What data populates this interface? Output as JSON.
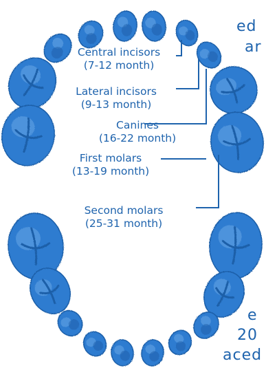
{
  "side_text_fragments": {
    "top_line1": "ed",
    "top_line2": "ar",
    "bottom_line1": "e",
    "bottom_line2": "20",
    "bottom_line3": "aced"
  },
  "labels": [
    {
      "name": "Central incisors",
      "age": "(7-12 month)"
    },
    {
      "name": "Lateral incisors",
      "age": "(9-13 month)"
    },
    {
      "name": "Canines",
      "age": "(16-22 month)"
    },
    {
      "name": "First molars",
      "age": "(13-19 month)"
    },
    {
      "name": "Second molars",
      "age": "(25-31 month)"
    }
  ],
  "colors": {
    "tooth": "#2e7bd0",
    "tooth_shade": "#1b5ea8",
    "tooth_light": "#6aa8e6",
    "text": "#1e63ad"
  }
}
